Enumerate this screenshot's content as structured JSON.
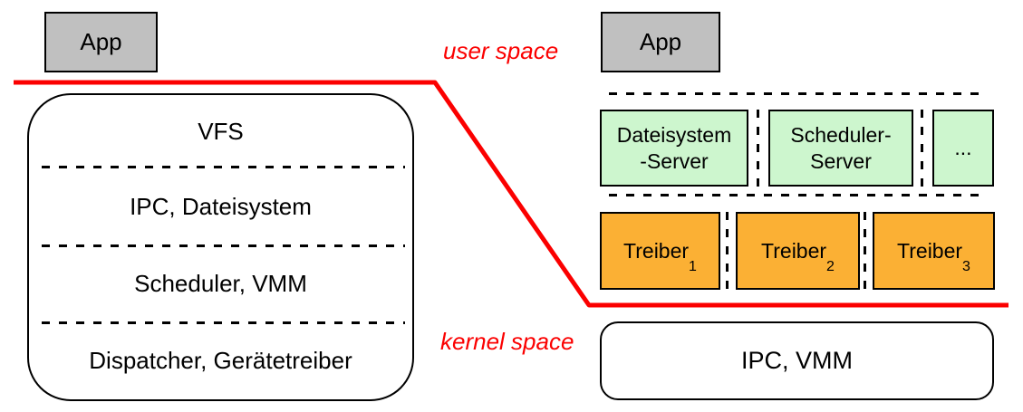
{
  "monolithic_side": {
    "app_label": "App",
    "layers": [
      {
        "label": "VFS"
      },
      {
        "label": "IPC, Dateisystem"
      },
      {
        "label": "Scheduler, VMM"
      },
      {
        "label": "Dispatcher, Gerätetreiber"
      }
    ]
  },
  "boundary": {
    "user_space_label": "user space",
    "kernel_space_label": "kernel space",
    "line_color": "#fb0000"
  },
  "microkernel_side": {
    "app_label": "App",
    "servers": [
      {
        "line1": "Dateisystem",
        "line2": "-Server"
      },
      {
        "line1": "Scheduler-",
        "line2": "Server"
      },
      {
        "line1": "...",
        "line2": ""
      }
    ],
    "drivers": [
      {
        "base": "Treiber",
        "sub": "1"
      },
      {
        "base": "Treiber",
        "sub": "2"
      },
      {
        "base": "Treiber",
        "sub": "3"
      }
    ],
    "kernel_box_label": "IPC, VMM"
  },
  "colors": {
    "app_fill": "#c0c0c0",
    "server_fill": "#cdf6ce",
    "driver_fill": "#fbb034",
    "boundary_red": "#fb0000"
  }
}
